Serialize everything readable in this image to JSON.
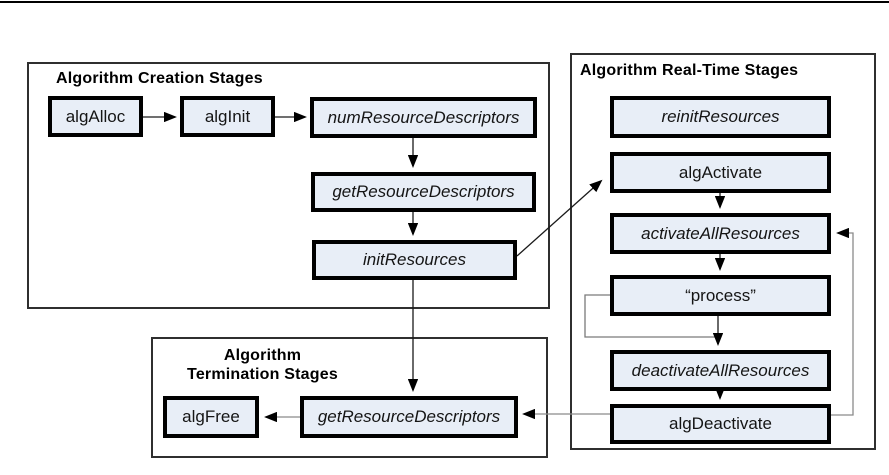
{
  "diagram": {
    "colors": {
      "box_fill": "#e8eef7",
      "box_border": "#000000",
      "container_border": "#2f2f2f",
      "connector_dark": "#1a1a1a",
      "connector_gray": "#8a8a8a",
      "top_rule": "#000000"
    },
    "sections": {
      "creation": {
        "title": "Algorithm Creation Stages",
        "boxes": {
          "algAlloc": {
            "label": "algAlloc"
          },
          "algInit": {
            "label": "algInit"
          },
          "numResourceDescriptors": {
            "label": "numResourceDescriptors"
          },
          "getResourceDescriptors": {
            "label": "getResourceDescriptors"
          },
          "initResources": {
            "label": "initResources"
          }
        }
      },
      "realtime": {
        "title": "Algorithm Real-Time Stages",
        "boxes": {
          "reinitResources": {
            "label": "reinitResources"
          },
          "algActivate": {
            "label": "algActivate"
          },
          "activateAllResources": {
            "label": "activateAllResources"
          },
          "process": {
            "label": "“process”"
          },
          "deactivateAllResources": {
            "label": "deactivateAllResources"
          },
          "algDeactivate": {
            "label": "algDeactivate"
          }
        }
      },
      "termination": {
        "title_line1": "Algorithm",
        "title_line2": "Termination Stages",
        "boxes": {
          "algFree": {
            "label": "algFree"
          },
          "getResourceDescriptors": {
            "label": "getResourceDescriptors"
          }
        }
      }
    },
    "edges": [
      {
        "from": "algAlloc",
        "to": "algInit"
      },
      {
        "from": "algInit",
        "to": "numResourceDescriptors"
      },
      {
        "from": "numResourceDescriptors",
        "to": "getResourceDescriptors"
      },
      {
        "from": "getResourceDescriptors",
        "to": "initResources"
      },
      {
        "from": "initResources",
        "to": "algActivate"
      },
      {
        "from": "initResources",
        "to": "termination.getResourceDescriptors"
      },
      {
        "from": "algActivate",
        "to": "activateAllResources"
      },
      {
        "from": "activateAllResources",
        "to": "process"
      },
      {
        "from": "process",
        "to": "process",
        "note": "repeat loop"
      },
      {
        "from": "process",
        "to": "deactivateAllResources"
      },
      {
        "from": "deactivateAllResources",
        "to": "algDeactivate"
      },
      {
        "from": "algDeactivate",
        "to": "activateAllResources"
      },
      {
        "from": "algDeactivate",
        "to": "termination.getResourceDescriptors"
      },
      {
        "from": "termination.getResourceDescriptors",
        "to": "algFree"
      }
    ]
  }
}
